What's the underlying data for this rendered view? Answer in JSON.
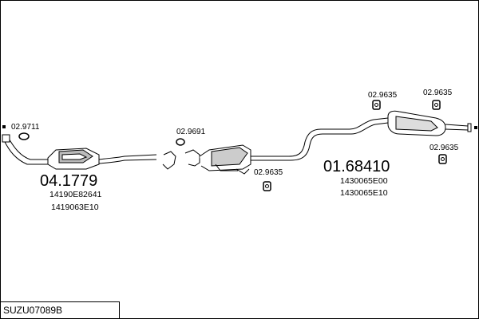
{
  "parts": {
    "front_pipe_mount": {
      "code": "02.9711",
      "icon": "rubber-ring-icon"
    },
    "catalyst": {
      "code": "04.1779",
      "refs": [
        "14190E82641",
        "1419063E10"
      ]
    },
    "gasket": {
      "code": "02.9691",
      "icon": "gasket-icon"
    },
    "center_mount": {
      "code": "02.9635",
      "icon": "rubber-hanger-icon"
    },
    "rear_silencer": {
      "code": "01.68410",
      "refs": [
        "1430065E00",
        "1430065E10"
      ]
    },
    "rear_mount_left": {
      "code": "02.9635",
      "icon": "rubber-hanger-icon"
    },
    "rear_mount_right": {
      "code": "02.9635",
      "icon": "rubber-hanger-icon"
    },
    "rear_mount_lower": {
      "code": "02.9635",
      "icon": "rubber-hanger-icon"
    }
  },
  "footer": {
    "vehicle_code": "SUZU07089B"
  },
  "colors": {
    "line": "#000000",
    "background": "#ffffff",
    "pipe_fill": "#ffffff",
    "shade": "#9a9a9a"
  }
}
